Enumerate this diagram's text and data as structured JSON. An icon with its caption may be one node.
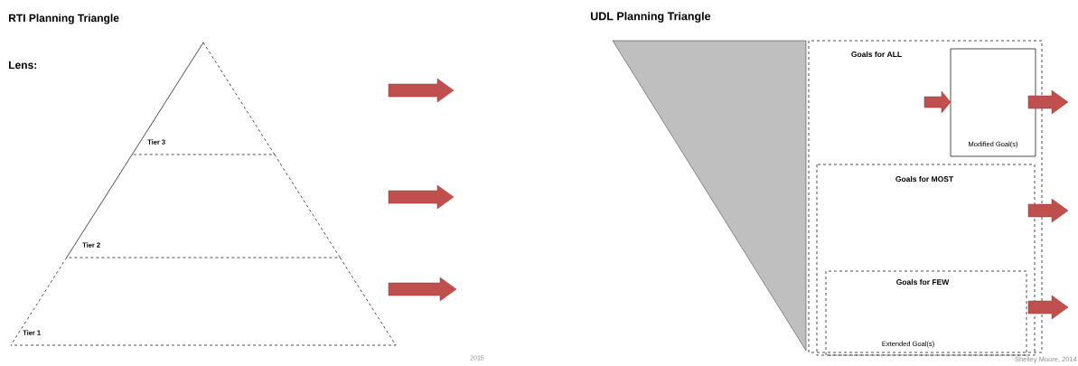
{
  "diagram": {
    "nodes": [
      {
        "text": [
          "Tier 3"
        ]
      },
      {
        "text": [
          "Tier 2"
        ]
      },
      {
        "text": [
          "Tier 1"
        ]
      },
      {
        "text": [],
        "shape": "triangle"
      },
      {
        "text": [
          "Goals for ALL"
        ]
      },
      {
        "text": [
          "Modified Goal(s)"
        ],
        "in": 4
      },
      {
        "text": [
          "Goals for MOST"
        ],
        "in": 4
      },
      {
        "text": [
          "Goals for FEW",
          "Extended Goal(s)"
        ],
        "in": 6
      }
    ],
    "edges": [
      {
        "from": null,
        "to": 5,
        "arrow": "to"
      },
      {
        "from": 5,
        "to": null,
        "arrow": "to"
      },
      {
        "from": 6,
        "to": null,
        "arrow": "to"
      },
      {
        "from": 7,
        "to": null,
        "arrow": "to"
      }
    ],
    "labels": [
      "RTI Planning Triangle",
      "UDL Planning Triangle",
      "Lens:",
      "2015",
      "Shelley Moore, 2014"
    ]
  }
}
